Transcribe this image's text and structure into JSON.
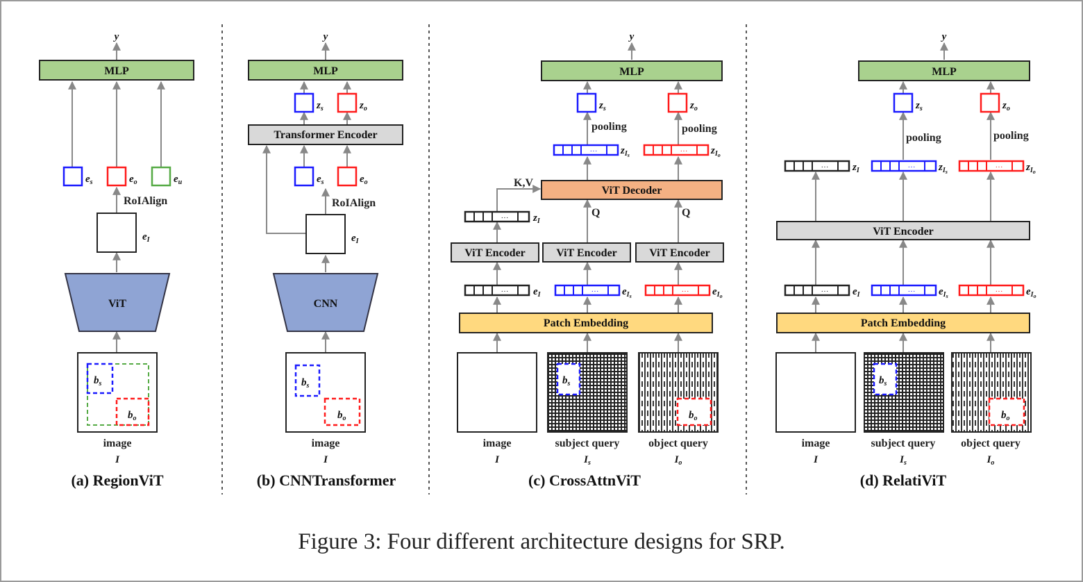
{
  "caption": "Figure 3: Four different architecture designs for SRP.",
  "colors": {
    "mlp": "#a9d18e",
    "transformer": "#d9d9d9",
    "vit_backbone": "#8fa4d4",
    "decoder": "#f4b183",
    "patch_embedding": "#ffd97f",
    "subject": "#1a1aff",
    "object": "#ff1a1a",
    "union": "#55aa44"
  },
  "panels": {
    "a": {
      "title": "(a) RegionViT",
      "output": "y",
      "mlp": "MLP",
      "roialign": "RoIAlign",
      "backbone": "ViT",
      "feat": "e",
      "feat_sub": "I",
      "zs": "e",
      "zs_sub": "s",
      "zo": "e",
      "zo_sub": "o",
      "zu": "e",
      "zu_sub": "u",
      "bs": "b",
      "bs_sub": "s",
      "bo": "b",
      "bo_sub": "o",
      "image_label": "image",
      "image_var": "I"
    },
    "b": {
      "title": "(b) CNNTransformer",
      "output": "y",
      "mlp": "MLP",
      "transformer": "Transformer Encoder",
      "roialign": "RoIAlign",
      "backbone": "CNN",
      "feat": "e",
      "feat_sub": "I",
      "zs": "z",
      "zs_sub": "s",
      "zo": "z",
      "zo_sub": "o",
      "es": "e",
      "es_sub": "s",
      "eo": "e",
      "eo_sub": "o",
      "bs": "b",
      "bs_sub": "s",
      "bo": "b",
      "bo_sub": "o",
      "image_label": "image",
      "image_var": "I"
    },
    "c": {
      "title": "(c) CrossAttnViT",
      "output": "y",
      "mlp": "MLP",
      "decoder": "ViT Decoder",
      "encoder": "ViT Encoder",
      "patch": "Patch Embedding",
      "kv": "K,V",
      "q": "Q",
      "pooling": "pooling",
      "dots": "···",
      "zs": "z",
      "zs_sub": "s",
      "zo": "z",
      "zo_sub": "o",
      "zIs": "z",
      "zIs_sub": "I",
      "zIs_sub2": "s",
      "zIo": "z",
      "zIo_sub": "I",
      "zIo_sub2": "o",
      "zI": "z",
      "zI_sub": "I",
      "eI": "e",
      "eI_sub": "I",
      "eIs": "e",
      "eIs_sub": "I",
      "eIs_sub2": "s",
      "eIo": "e",
      "eIo_sub": "I",
      "eIo_sub2": "o",
      "bs": "b",
      "bs_sub": "s",
      "bo": "b",
      "bo_sub": "o",
      "image_label": "image",
      "image_var": "I",
      "subject_label": "subject query",
      "subject_var": "I",
      "subject_var_sub": "s",
      "object_label": "object query",
      "object_var": "I",
      "object_var_sub": "o"
    },
    "d": {
      "title": "(d) RelatiViT",
      "output": "y",
      "mlp": "MLP",
      "encoder": "ViT Encoder",
      "patch": "Patch Embedding",
      "pooling": "pooling",
      "dots": "···",
      "zs": "z",
      "zs_sub": "s",
      "zo": "z",
      "zo_sub": "o",
      "zI": "z",
      "zI_sub": "I",
      "zIs": "z",
      "zIs_sub": "I",
      "zIs_sub2": "s",
      "zIo": "z",
      "zIo_sub": "I",
      "zIo_sub2": "o",
      "eI": "e",
      "eI_sub": "I",
      "eIs": "e",
      "eIs_sub": "I",
      "eIs_sub2": "s",
      "eIo": "e",
      "eIo_sub": "I",
      "eIo_sub2": "o",
      "bs": "b",
      "bs_sub": "s",
      "bo": "b",
      "bo_sub": "o",
      "image_label": "image",
      "image_var": "I",
      "subject_label": "subject query",
      "subject_var": "I",
      "subject_var_sub": "s",
      "object_label": "object query",
      "object_var": "I",
      "object_var_sub": "o"
    }
  }
}
